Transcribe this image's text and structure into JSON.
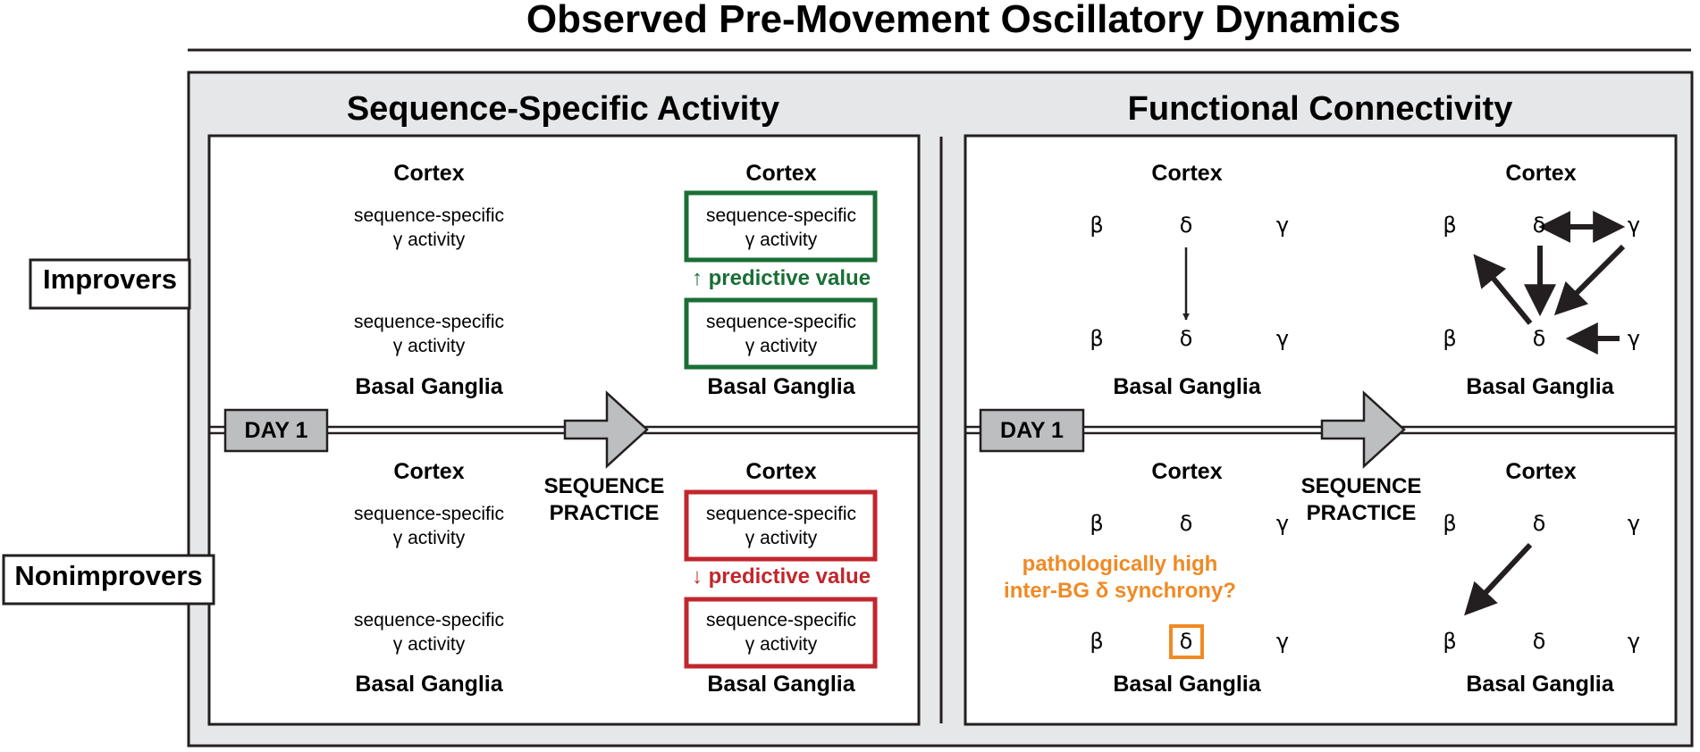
{
  "title": "Observed Pre-Movement Oscillatory Dynamics",
  "sections": {
    "left": "Sequence-Specific Activity",
    "right": "Functional Connectivity"
  },
  "groups": {
    "top": "Improvers",
    "bottom": "Nonimprovers"
  },
  "regions": {
    "cortex": "Cortex",
    "basal_ganglia": "Basal Ganglia"
  },
  "activity": {
    "line1": "sequence-specific",
    "line2": "γ activity"
  },
  "predictive": {
    "up": "↑ predictive value",
    "down": "↓ predictive value"
  },
  "bands": {
    "beta": "β",
    "delta": "δ",
    "gamma": "γ"
  },
  "timeline": {
    "day_label": "DAY 1",
    "practice_line1": "SEQUENCE",
    "practice_line2": "PRACTICE"
  },
  "annotation": {
    "line1": "pathologically high",
    "line2": "inter-BG δ synchrony?"
  },
  "colors": {
    "improver_box": "#1a6e36",
    "nonimprover_box": "#c0272d",
    "annotation": "#f08a24",
    "panel_bg": "#e6e7e8",
    "day_box": "#bcbec0",
    "arrow_fill": "#bcbec0",
    "connectivity_arrow": "#231f20"
  }
}
